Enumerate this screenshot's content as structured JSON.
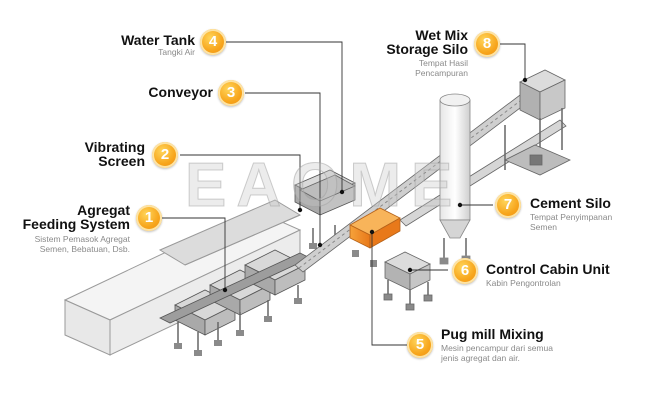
{
  "watermark": "EAOME",
  "callouts": [
    {
      "num": "1",
      "title": [
        "Agregat",
        "Feeding System"
      ],
      "sub": [
        "Sistem Pemasok Agregat",
        "Semen, Bebatuan, Dsb."
      ]
    },
    {
      "num": "2",
      "title": [
        "Vibrating",
        "Screen"
      ],
      "sub": []
    },
    {
      "num": "3",
      "title": [
        "Conveyor"
      ],
      "sub": []
    },
    {
      "num": "4",
      "title": [
        "Water Tank"
      ],
      "sub": [
        "Tangki Air"
      ]
    },
    {
      "num": "5",
      "title": [
        "Pug mill Mixing"
      ],
      "sub": [
        "Mesin pencampur dari semua",
        "jenis agregat dan air."
      ]
    },
    {
      "num": "6",
      "title": [
        "Control Cabin Unit"
      ],
      "sub": [
        "Kabin Pengontrolan"
      ]
    },
    {
      "num": "7",
      "title": [
        "Cement Silo"
      ],
      "sub": [
        "Tempat Penyimpanan",
        "Semen"
      ]
    },
    {
      "num": "8",
      "title": [
        "Wet Mix",
        "Storage Silo"
      ],
      "sub": [
        "Tempat Hasil",
        "Pencampuran"
      ]
    }
  ],
  "colors": {
    "badge": "#f7a51c",
    "accent_orange": "#f08a1a",
    "line": "#333333",
    "machine": "#bfbfbf"
  }
}
